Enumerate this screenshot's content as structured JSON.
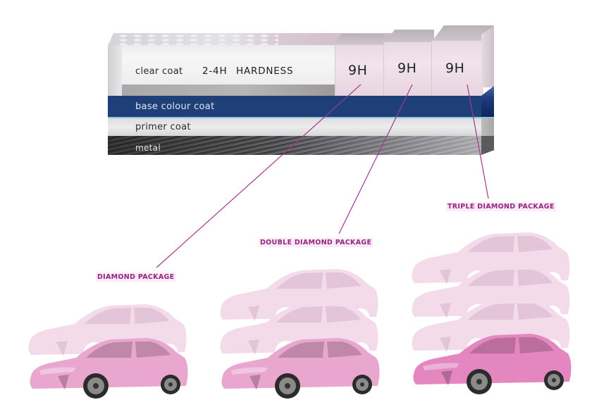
{
  "diagram": {
    "layers": [
      {
        "id": "clear",
        "label": "clear coat",
        "hardness_value": "2-4H",
        "hardness_label": "HARDNESS"
      },
      {
        "id": "base",
        "label": "base colour coat",
        "color": "#1f3f78"
      },
      {
        "id": "primer",
        "label": "primer coat"
      },
      {
        "id": "metal",
        "label": "metal"
      }
    ],
    "ceramic_blocks": [
      {
        "label": "9H"
      },
      {
        "label": "9H"
      },
      {
        "label": "9H"
      }
    ]
  },
  "packages": [
    {
      "name": "DIAMOND PACKAGE",
      "layers": 1
    },
    {
      "name": "DOUBLE DIAMOND PACKAGE",
      "layers": 2
    },
    {
      "name": "TRIPLE DIAMOND PACKAGE",
      "layers": 3
    }
  ],
  "colors": {
    "accent": "#93277f",
    "car_body": "#e9a6cf",
    "car_body_triple": "#e486c0",
    "ghost_car": "#f3dbea",
    "base_coat": "#1f3f78"
  }
}
